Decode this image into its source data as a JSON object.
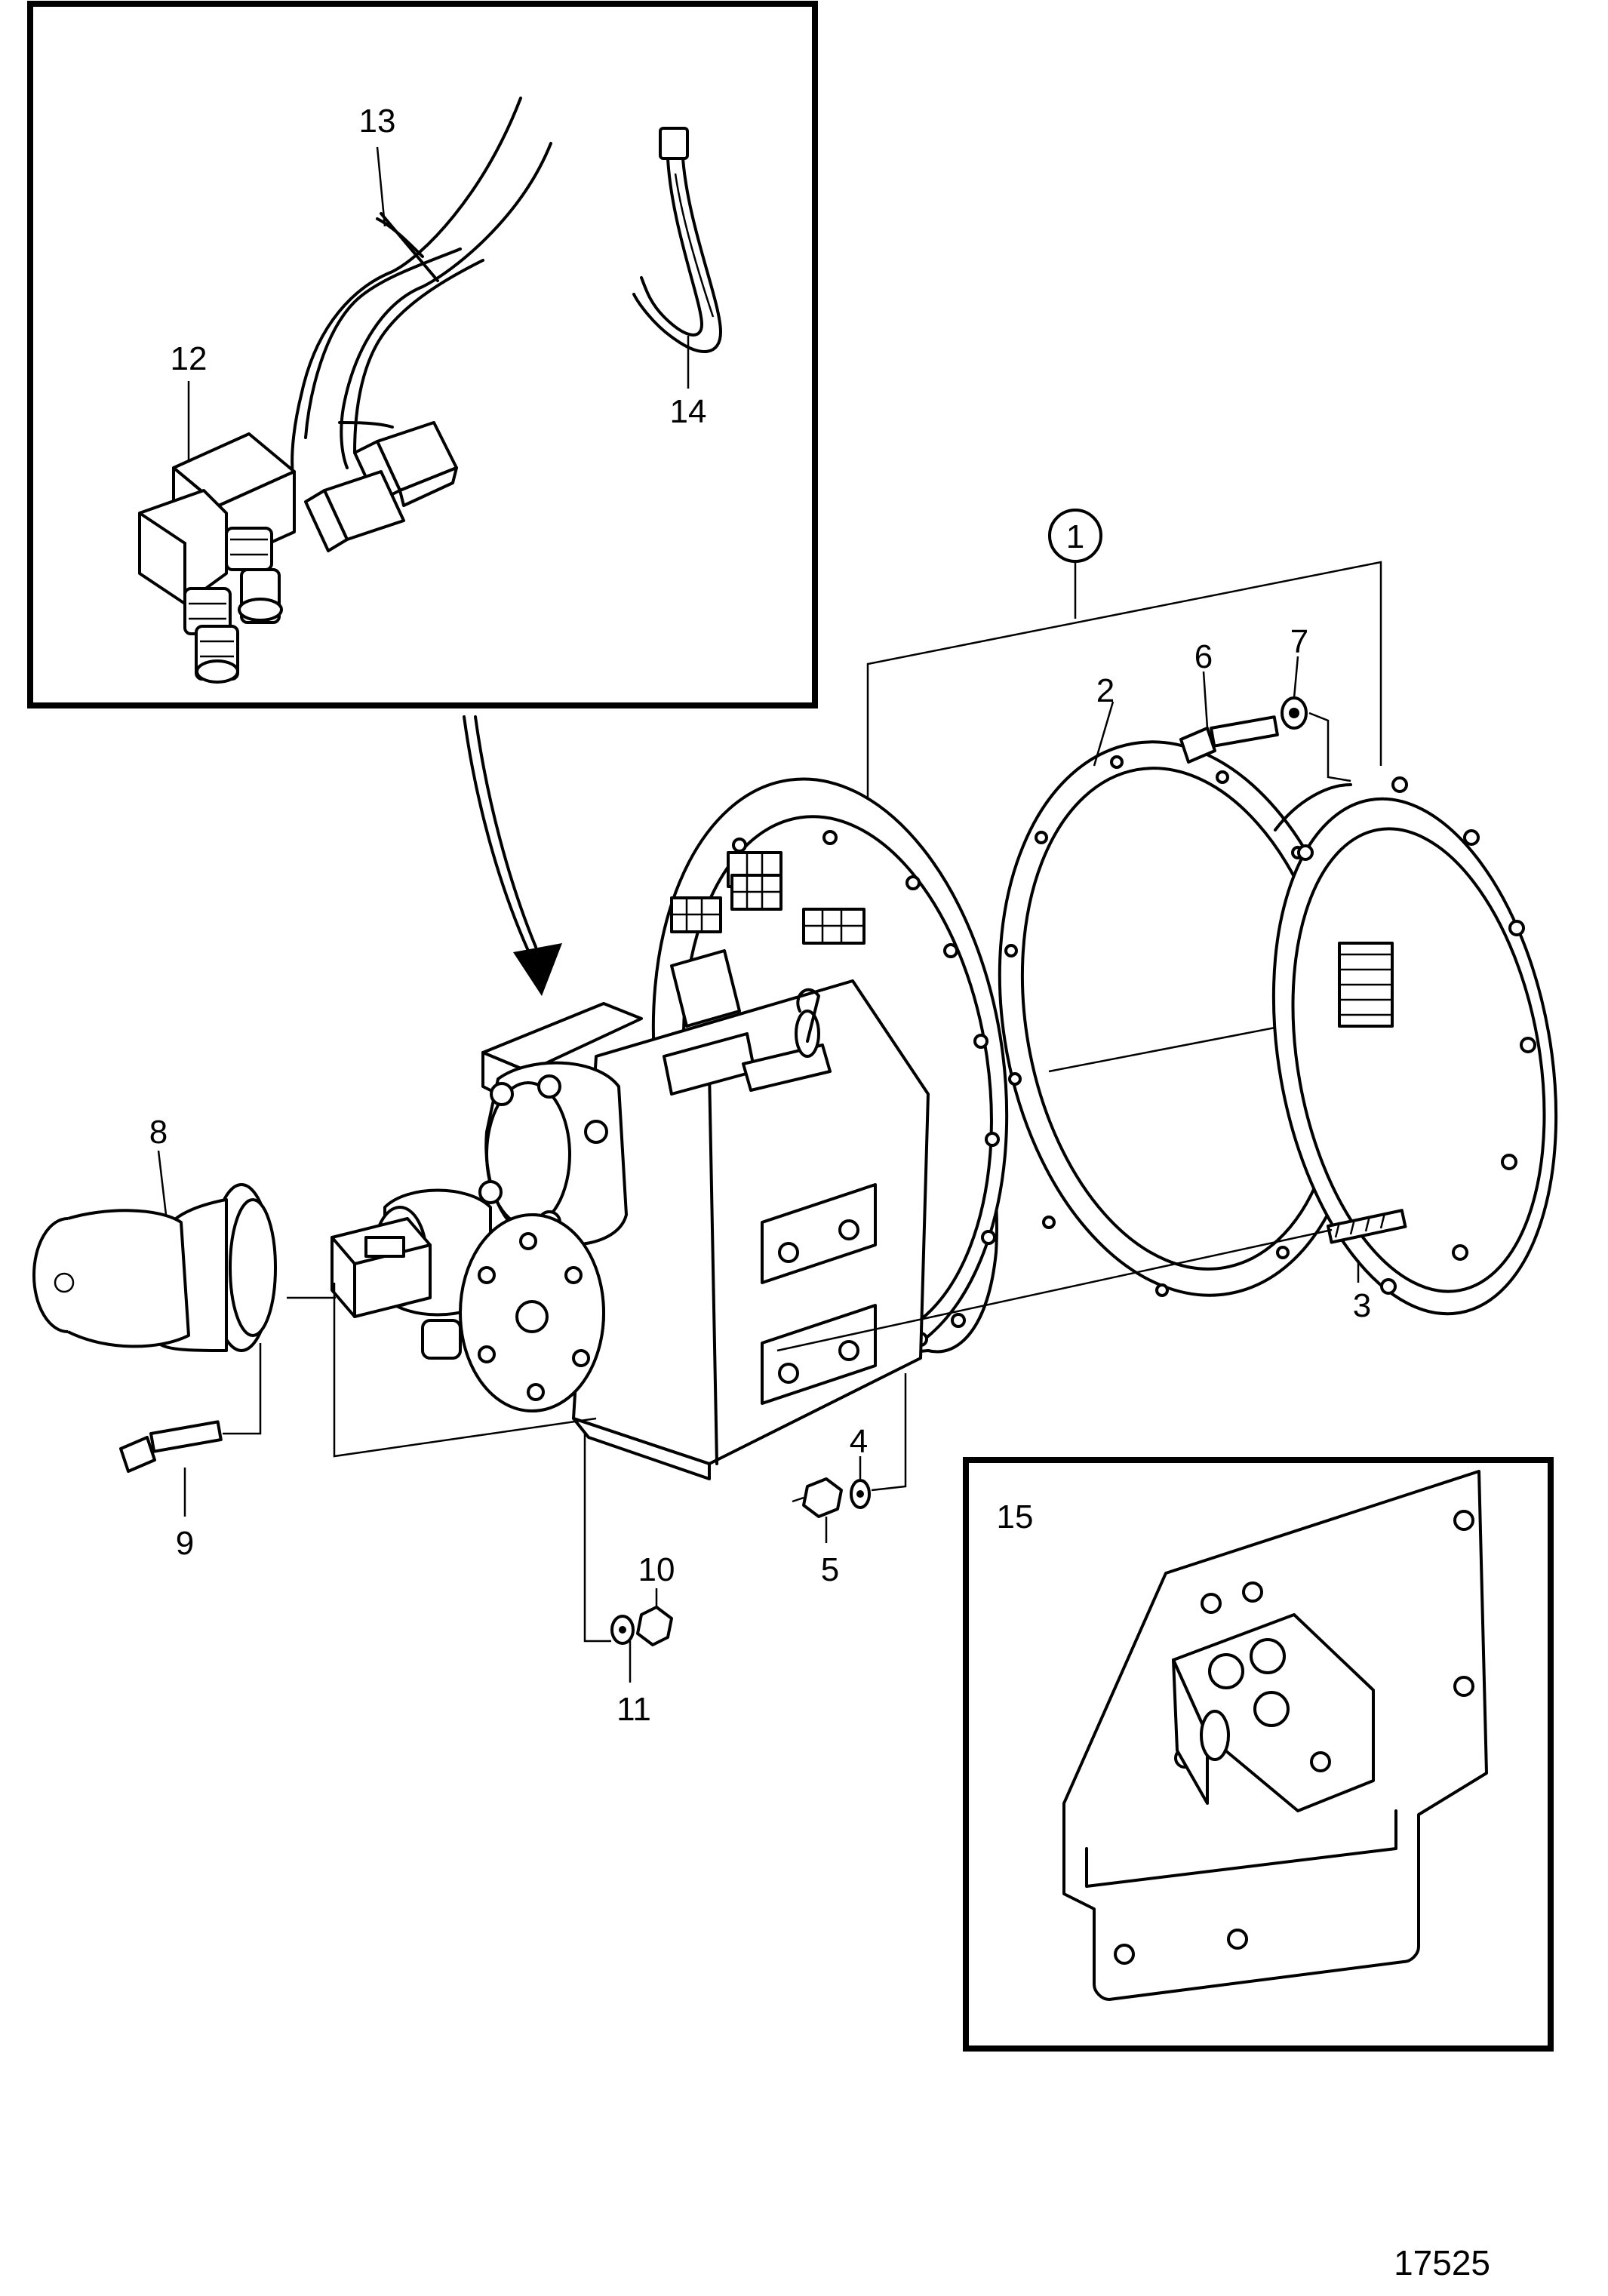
{
  "callouts": {
    "c1": "1",
    "c2": "2",
    "c3": "3",
    "c4": "4",
    "c5": "5",
    "c6": "6",
    "c7": "7",
    "c8": "8",
    "c9": "9",
    "c10": "10",
    "c11": "11",
    "c12": "12",
    "c13": "13",
    "c14": "14",
    "c15": "15"
  },
  "figure_number": "17525",
  "colors": {
    "ink": "#000000",
    "paper": "#ffffff"
  }
}
